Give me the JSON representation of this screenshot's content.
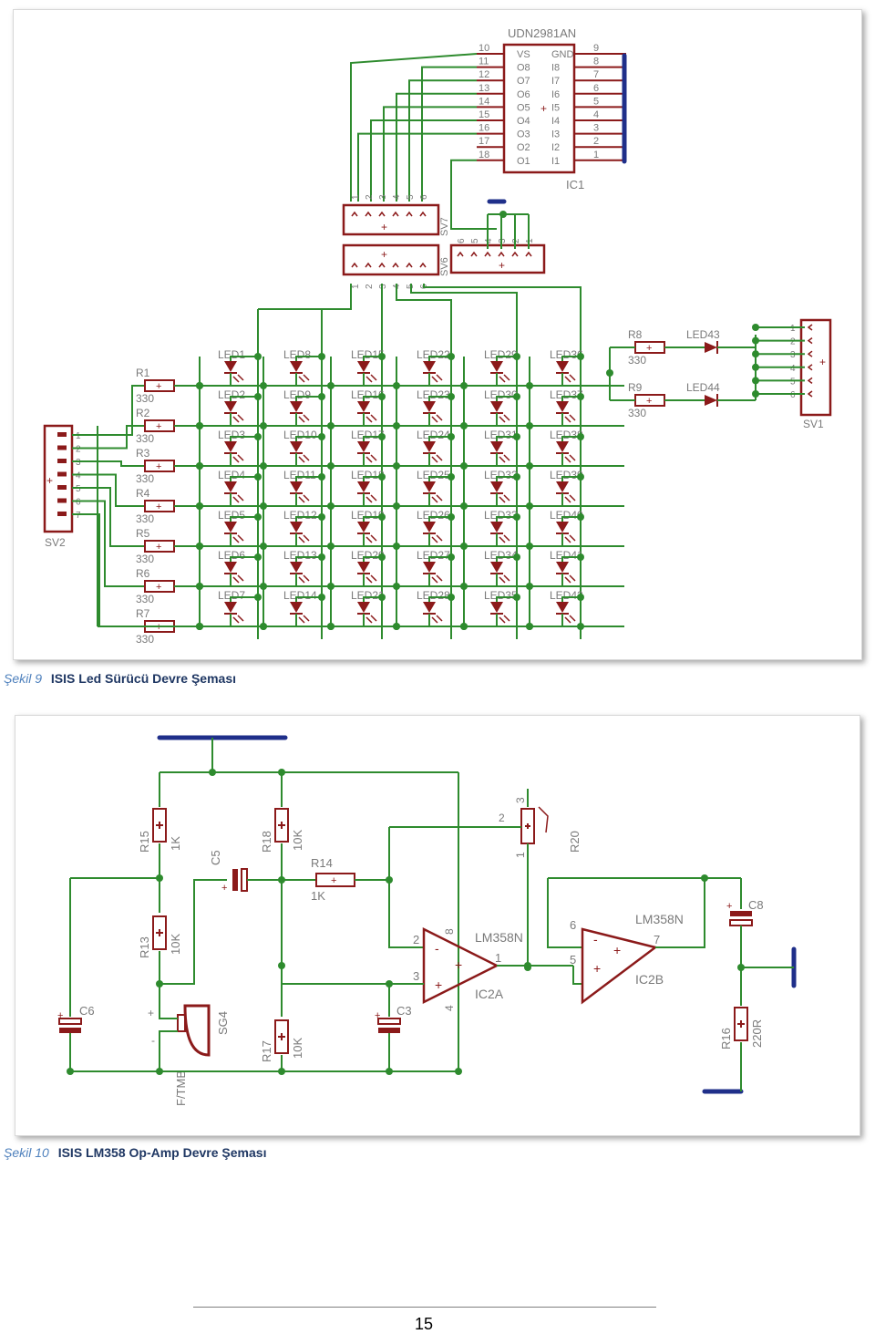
{
  "fig9": {
    "caption_num": "Şekil 9",
    "caption_text": "ISIS Led Sürücü Devre Şeması",
    "ic1": {
      "part": "UDN2981AN",
      "name": "IC1",
      "left_pins": [
        "10",
        "11",
        "12",
        "13",
        "14",
        "15",
        "16",
        "17",
        "18"
      ],
      "left_labels": [
        "VS",
        "O8",
        "O7",
        "O6",
        "O5",
        "O4",
        "O3",
        "O2",
        "O1"
      ],
      "right_labels": [
        "GND",
        "I8",
        "I7",
        "I6",
        "I5",
        "I4",
        "I3",
        "I2",
        "I1"
      ],
      "right_pins": [
        "9",
        "8",
        "7",
        "6",
        "5",
        "4",
        "3",
        "2",
        "1"
      ]
    },
    "sv7": {
      "name": "SV7",
      "pins": [
        "1",
        "2",
        "3",
        "4",
        "5",
        "6"
      ]
    },
    "sv6": {
      "name": "SV6",
      "pins": [
        "1",
        "2",
        "3",
        "4",
        "5",
        "6"
      ]
    },
    "sv8": {
      "pins": [
        "6",
        "5",
        "4",
        "3",
        "2",
        "1"
      ]
    },
    "sv2": {
      "name": "SV2",
      "pins": [
        "1",
        "2",
        "3",
        "4",
        "5",
        "6",
        "7"
      ]
    },
    "sv1": {
      "name": "SV1",
      "pins": [
        "1",
        "2",
        "3",
        "4",
        "5",
        "6"
      ]
    },
    "resistors": [
      {
        "name": "R1",
        "value": "330"
      },
      {
        "name": "R2",
        "value": "330"
      },
      {
        "name": "R3",
        "value": "330"
      },
      {
        "name": "R4",
        "value": "330"
      },
      {
        "name": "R5",
        "value": "330"
      },
      {
        "name": "R6",
        "value": "330"
      },
      {
        "name": "R7",
        "value": "330"
      }
    ],
    "r8": {
      "name": "R8",
      "value": "330"
    },
    "r9": {
      "name": "R9",
      "value": "330"
    },
    "led43": "LED43",
    "led44": "LED44",
    "led_columns": [
      [
        "LED1",
        "LED2",
        "LED3",
        "LED4",
        "LED5",
        "LED6",
        "LED7"
      ],
      [
        "LED8",
        "LED9",
        "LED10",
        "LED11",
        "LED12",
        "LED13",
        "LED14"
      ],
      [
        "LED15",
        "LED16",
        "LED17",
        "LED18",
        "LED19",
        "LED20",
        "LED21"
      ],
      [
        "LED22",
        "LED23",
        "LED24",
        "LED25",
        "LED26",
        "LED27",
        "LED28"
      ],
      [
        "LED29",
        "LED30",
        "LED31",
        "LED32",
        "LED33",
        "LED34",
        "LED35"
      ],
      [
        "LED36",
        "LED37",
        "LED38",
        "LED39",
        "LED40",
        "LED41",
        "LED42"
      ]
    ]
  },
  "fig10": {
    "caption_num": "Şekil 10",
    "caption_text": "ISIS LM358 Op-Amp Devre Şeması",
    "r15": {
      "name": "R15",
      "value": "1K"
    },
    "r18": {
      "name": "R18",
      "value": "10K"
    },
    "r14": {
      "name": "R14",
      "value": "1K"
    },
    "r13": {
      "name": "R13",
      "value": "10K"
    },
    "r17": {
      "name": "R17",
      "value": "10K"
    },
    "r20": {
      "name": "R20"
    },
    "r16": {
      "name": "R16",
      "value": "220R"
    },
    "c5": "C5",
    "c6": "C6",
    "c3": "C3",
    "c8": "C8",
    "sg4": "SG4",
    "ftmb": "F/TMB",
    "ic2a": {
      "part": "LM358N",
      "name": "IC2A",
      "pins": [
        "2",
        "3",
        "8",
        "4",
        "1"
      ]
    },
    "ic2b": {
      "part": "LM358N",
      "name": "IC2B",
      "pins": [
        "6",
        "5",
        "7"
      ]
    },
    "pot_pins": [
      "2",
      "3",
      "1"
    ],
    "plus": "+",
    "minus": "-"
  },
  "page_number": "15",
  "colors": {
    "wire": "#2e8b2e",
    "part": "#8b1a1a",
    "bus": "#1f2f8a",
    "label": "#7a7a7a",
    "caption_num": "#4f81bd",
    "caption": "#1f3763"
  }
}
